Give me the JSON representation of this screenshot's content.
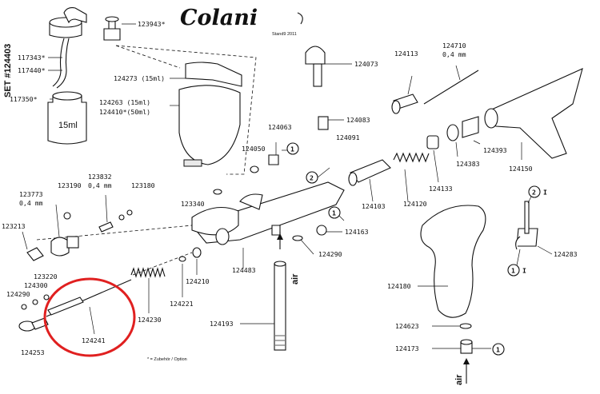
{
  "brand": {
    "logo": "Colani",
    "stand": "Stand9 2011",
    "set_label": "SET #124403"
  },
  "footnote": "* = Zubehör / Option",
  "jar_label": "15ml",
  "air_label": "air",
  "callouts": {
    "c1": "1",
    "c2": "2",
    "c1_roman": "1",
    "c2_roman": "2",
    "roman_suffix": "I"
  },
  "labels": {
    "l124403": "SET #124403",
    "l117343": "117343*",
    "l117440": "117440*",
    "l117350": "117350*",
    "l123943": "123943*",
    "l124273": "124273 (15ml)",
    "l124263": "124263 (15ml)",
    "l124410": "124410*(50ml)",
    "l124073": "124073",
    "l124113": "124113",
    "l124710": "124710",
    "l124710b": "0,4 mm",
    "l124083": "124083",
    "l124063": "124063",
    "l124050": "124050",
    "l124091": "124091",
    "l124393": "124393",
    "l124383": "124383",
    "l124150": "124150",
    "l124133": "124133",
    "l124120": "124120",
    "l124103": "124103",
    "l123832": "123832",
    "l123832b": "0,4 mm",
    "l123180": "123180",
    "l123773": "123773",
    "l123773b": "0,4 mm",
    "l123190": "123190",
    "l123213": "123213",
    "l123340": "123340",
    "l124163": "124163",
    "l124290a": "124290",
    "l124283": "124283",
    "l124483": "124483",
    "l124210": "124210",
    "l124221": "124221",
    "l124230": "124230",
    "l123220": "123220",
    "l124300": "124300",
    "l124290b": "124290",
    "l124253": "124253",
    "l124241": "124241",
    "l124193": "124193",
    "l124180": "124180",
    "l124623": "124623",
    "l124173": "124173"
  },
  "highlight": {
    "color": "#e02020",
    "target": "124241"
  }
}
